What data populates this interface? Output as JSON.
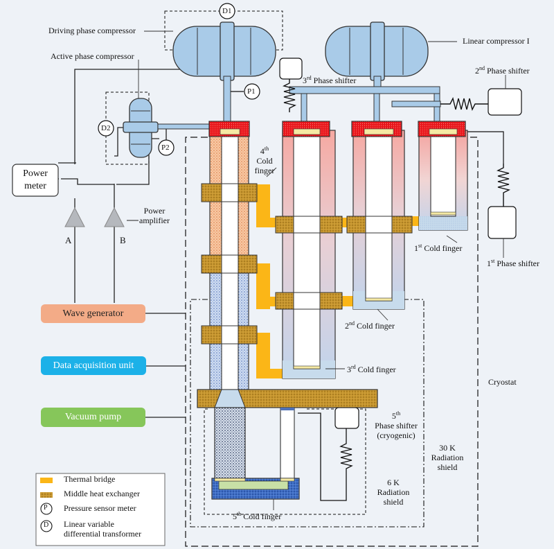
{
  "labels": {
    "d1": "D1",
    "d2": "D2",
    "p1": "P1",
    "p2": "P2",
    "driving_compressor": "Driving  phase compressor",
    "active_compressor": "Active phase compressor",
    "linear_compressor": "Linear compressor I",
    "phase_shifter_3_sup": "rd",
    "phase_shifter_3": "3",
    "phase_shifter_3_text": "Phase shifter",
    "phase_shifter_2_num": "2",
    "phase_shifter_2_sup": "nd",
    "phase_shifter_2_text": "Phase shifter",
    "phase_shifter_1_num": "1",
    "phase_shifter_1_sup": "st",
    "phase_shifter_1_text": "Phase shifter",
    "cold_finger_4_num": "4",
    "cold_finger_4_sup": "th",
    "cold_finger_4_line1": "Cold",
    "cold_finger_4_line2": "finger",
    "cold_finger_1_num": "1",
    "cold_finger_1_sup": "st",
    "cold_finger_1_text": "Cold finger",
    "cold_finger_2_num": "2",
    "cold_finger_2_sup": "nd",
    "cold_finger_2_text": "Cold finger",
    "cold_finger_3_num": "3",
    "cold_finger_3_sup": "rd",
    "cold_finger_3_text": "Cold finger",
    "cold_finger_5_num": "5",
    "cold_finger_5_sup": "th",
    "cold_finger_5_text": "Cold finger",
    "phase_shifter_5_num": "5",
    "phase_shifter_5_sup": "th",
    "phase_shifter_5_line1": "Phase shifter",
    "phase_shifter_5_line2": "(cryogenic)",
    "power_meter_line1": "Power",
    "power_meter_line2": "meter",
    "power_amplifier_line1": "Power",
    "power_amplifier_line2": "amplifier",
    "amp_a": "A",
    "amp_b": "B",
    "wave_generator": "Wave generator",
    "daq": "Data acquisition unit",
    "vacuum_pump": "Vacuum pump",
    "cryostat": "Cryostat",
    "shield_30k_line1": "30 K",
    "shield_30k_line2": "Radiation",
    "shield_30k_line3": "shield",
    "shield_6k_line1": "6 K",
    "shield_6k_line2": "Radiation",
    "shield_6k_line3": "shield"
  },
  "legend": {
    "thermal_bridge": "Thermal bridge",
    "middle_hx": "Middle heat exchanger",
    "pressure_symbol": "P",
    "pressure": "Pressure sensor meter",
    "lvdt_symbol": "D",
    "lvdt_line1": "Linear variable",
    "lvdt_line2": "differential transformer"
  },
  "colors": {
    "background": "#eef2f7",
    "compressor": "#a9cbe8",
    "warm_end": "#e8141b",
    "thermal_bridge": "#fbb617",
    "heat_exchanger": "#c8962e",
    "wave_generator": "#f3ab87",
    "daq": "#1cb1e8",
    "vacuum_pump": "#86c65a",
    "cold_head": "#3f6fc8"
  }
}
